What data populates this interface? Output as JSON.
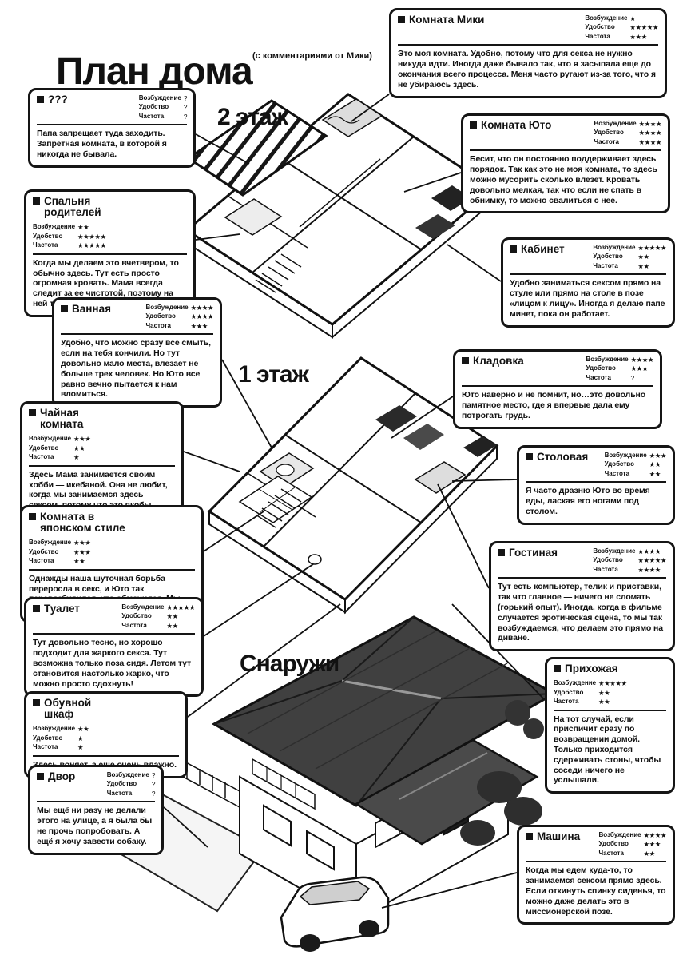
{
  "page": {
    "title": "План дома",
    "subtitle": "(с комментариями от Мики)"
  },
  "floors": {
    "second": "2 этаж",
    "first": "1 этаж",
    "outside": "Снаружи"
  },
  "rating_labels": {
    "arousal": "Возбуждение",
    "comfort": "Удобство",
    "frequency": "Частота"
  },
  "rooms": [
    {
      "title": "???",
      "ratings": {
        "arousal": "?",
        "comfort": "?",
        "frequency": "?"
      },
      "comment": "Папа запрещает туда заходить. Запретная комната, в которой я никогда не бывала."
    },
    {
      "title": "Комната Мики",
      "ratings": {
        "arousal": "★",
        "comfort": "★★★★★",
        "frequency": "★★★"
      },
      "comment": "Это моя комната. Удобно, потому что для секса не нужно никуда идти. Иногда даже бывало так, что я засыпала еще до окончания всего процесса. Меня часто ругают из-за того, что я не убираюсь здесь."
    },
    {
      "title": "Комната Юто",
      "ratings": {
        "arousal": "★★★★",
        "comfort": "★★★★",
        "frequency": "★★★★"
      },
      "comment": "Бесит, что он постоянно поддерживает здесь порядок. Так как это не моя комната, то здесь можно мусорить сколько влезет. Кровать довольно мелкая, так что если не спать в обнимку, то можно свалиться с нее."
    },
    {
      "title": "Спальня родителей",
      "ratings": {
        "arousal": "★★",
        "comfort": "★★★★★",
        "frequency": "★★★★★"
      },
      "comment": "Когда мы делаем это вчетвером, то обычно здесь. Тут есть просто огромная кровать. Мама всегда следит за ее чистотой, поэтому на ней так приятно лежать."
    },
    {
      "title": "Кабинет",
      "ratings": {
        "arousal": "★★★★★",
        "comfort": "★★",
        "frequency": "★★"
      },
      "comment": "Удобно заниматься сексом прямо на стуле или прямо на столе в позе «лицом к лицу». Иногда я делаю папе минет, пока он работает."
    },
    {
      "title": "Ванная",
      "ratings": {
        "arousal": "★★★★",
        "comfort": "★★★★",
        "frequency": "★★★"
      },
      "comment": "Удобно, что можно сразу все смыть, если на тебя кончили. Но тут довольно мало места, влезает не больше трех человек. Но Юто все равно вечно пытается к нам вломиться."
    },
    {
      "title": "Кладовка",
      "ratings": {
        "arousal": "★★★★",
        "comfort": "★★★",
        "frequency": "?"
      },
      "comment": "Юто наверно и не помнит, но…это довольно памятное место, где я впервые дала ему потрогать грудь."
    },
    {
      "title": "Чайная комната",
      "ratings": {
        "arousal": "★★★",
        "comfort": "★★",
        "frequency": "★"
      },
      "comment": "Здесь Мама занимается своим хобби — икебаной. Она не любит, когда мы занимаемся здесь сексом, потому что это якобы портит фэншуй."
    },
    {
      "title": "Столовая",
      "ratings": {
        "arousal": "★★★",
        "comfort": "★★",
        "frequency": "★★"
      },
      "comment": "Я часто дразню Юто во время еды, лаская его ногами под столом."
    },
    {
      "title": "Комната в японском стиле",
      "ratings": {
        "arousal": "★★★",
        "comfort": "★★★",
        "frequency": "★★"
      },
      "comment": "Однажды наша шуточная борьба переросла в секс, и Юто так перевозбудился, что обмочился. Мы испачкали татами, и мама нас отругала."
    },
    {
      "title": "Гостиная",
      "ratings": {
        "arousal": "★★★★",
        "comfort": "★★★★★",
        "frequency": "★★★★"
      },
      "comment": "Тут есть компьютер, телик и приставки, так что главное — ничего не сломать (горький опыт). Иногда, когда в фильме случается эротическая сцена, то мы так возбуждаемся, что делаем это прямо на диване."
    },
    {
      "title": "Туалет",
      "ratings": {
        "arousal": "★★★★★",
        "comfort": "★★",
        "frequency": "★★"
      },
      "comment": "Тут довольно тесно, но хорошо подходит для жаркого секса. Тут возможна только поза сидя. Летом тут становится настолько жарко, что можно просто сдохнуть!"
    },
    {
      "title": "Прихожая",
      "ratings": {
        "arousal": "★★★★★",
        "comfort": "★★",
        "frequency": "★★"
      },
      "comment": "На тот случай, если приспичит сразу по возвращении домой. Только приходится сдерживать стоны, чтобы соседи ничего не услышали."
    },
    {
      "title": "Обувной шкаф",
      "ratings": {
        "arousal": "★★",
        "comfort": "★",
        "frequency": "★"
      },
      "comment": "Здесь воняет, а еще очень влажно."
    },
    {
      "title": "Двор",
      "ratings": {
        "arousal": "?",
        "comfort": "?",
        "frequency": "?"
      },
      "comment": "Мы ещё ни разу не делали этого на улице, а я была бы не прочь попробовать. А ещё я хочу завести собаку."
    },
    {
      "title": "Машина",
      "ratings": {
        "arousal": "★★★★",
        "comfort": "★★★",
        "frequency": "★★"
      },
      "comment": "Когда мы едем куда-то, то занимаемся сексом прямо здесь. Если откинуть спинку сиденья, то можно даже делать это в миссионерской позе."
    }
  ]
}
